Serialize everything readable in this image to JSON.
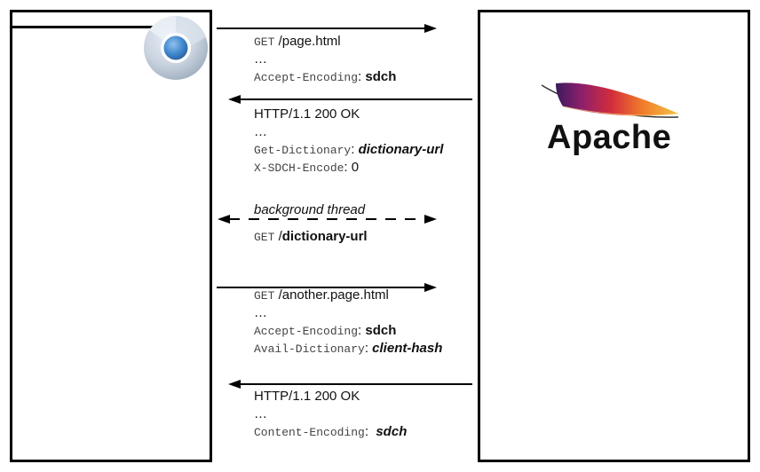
{
  "client": {
    "logo_icon": "chrome-logo-icon"
  },
  "server": {
    "logo_icon": "apache-feather-icon",
    "name": "Apache"
  },
  "messages": [
    {
      "direction": "client-to-server",
      "lines": [
        {
          "key": "GET",
          "value": " /page.html"
        },
        {
          "text": "…"
        },
        {
          "key": "Accept-Encoding",
          "sep": ": ",
          "value": "sdch"
        }
      ]
    },
    {
      "direction": "server-to-client",
      "lines": [
        {
          "text": "HTTP/1.1 200 OK"
        },
        {
          "text": "…"
        },
        {
          "key": "Get-Dictionary",
          "sep": ": ",
          "value": "dictionary-url"
        },
        {
          "key": "X-SDCH-Encode",
          "sep": ": ",
          "value": "0"
        }
      ]
    },
    {
      "direction": "bidirectional-dashed",
      "label": "background thread",
      "lines": [
        {
          "key": "GET",
          "sep": " /",
          "value": "dictionary-url"
        }
      ]
    },
    {
      "direction": "client-to-server",
      "lines": [
        {
          "key": "GET",
          "value": " /another.page.html"
        },
        {
          "text": "…"
        },
        {
          "key": "Accept-Encoding",
          "sep": ": ",
          "value": "sdch"
        },
        {
          "key": "Avail-Dictionary",
          "sep": ": ",
          "value": "client-hash"
        }
      ]
    },
    {
      "direction": "server-to-client",
      "lines": [
        {
          "text": "HTTP/1.1 200 OK"
        },
        {
          "text": "…"
        },
        {
          "key": "Content-Encoding",
          "sep": ":  ",
          "value": "sdch"
        }
      ]
    }
  ]
}
